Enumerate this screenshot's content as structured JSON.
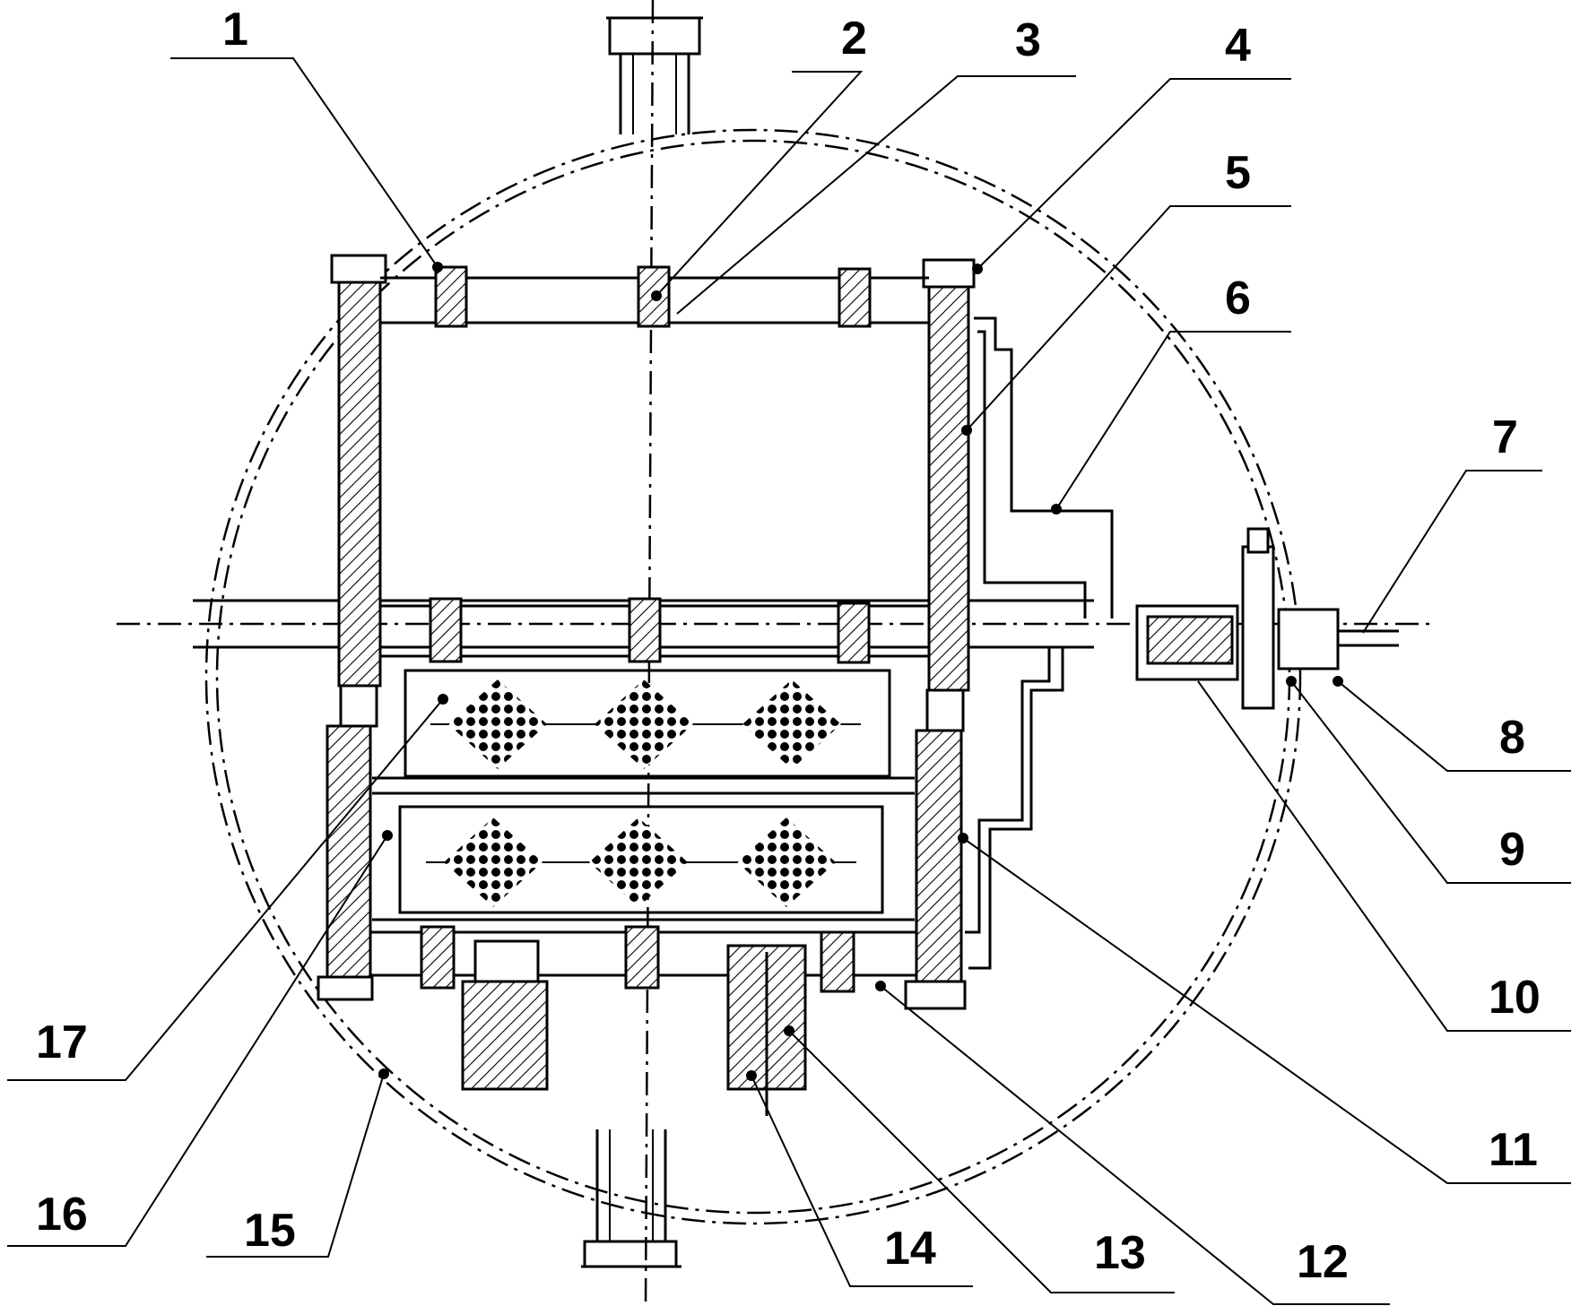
{
  "part_labels": [
    "1",
    "2",
    "3",
    "4",
    "5",
    "6",
    "7",
    "8",
    "9",
    "10",
    "11",
    "12",
    "13",
    "14",
    "15",
    "16",
    "17"
  ]
}
